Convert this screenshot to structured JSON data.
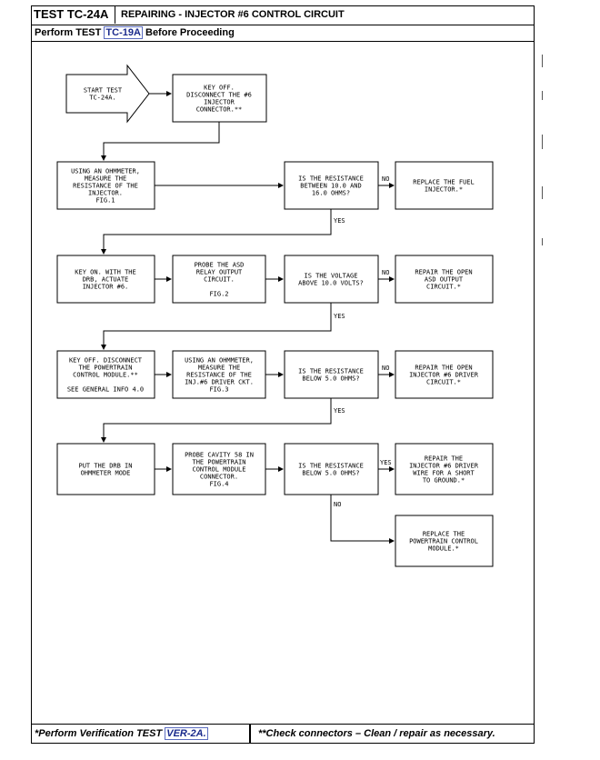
{
  "header": {
    "test_id": "TEST TC-24A",
    "title": "REPAIRING - INJECTOR #6 CONTROL CIRCUIT",
    "perform_prefix": "Perform TEST",
    "perform_link": "TC-19A",
    "perform_suffix": "Before Proceeding"
  },
  "footer": {
    "left_prefix": "*Perform Verification TEST",
    "left_link": "VER-2A.",
    "right": "**Check connectors – Clean / repair as necessary."
  },
  "flow": {
    "start": [
      "START TEST",
      "TC-24A."
    ],
    "key_off": [
      "KEY OFF.",
      "DISCONNECT THE #6",
      "INJECTOR",
      "CONNECTOR.**"
    ],
    "ohm1": [
      "USING AN OHMMETER,",
      "MEASURE THE",
      "RESISTANCE OF THE",
      "INJECTOR.",
      "FIG.1"
    ],
    "q1": [
      "IS THE RESISTANCE",
      "BETWEEN 10.0 AND",
      "16.0 OHMS?"
    ],
    "r1": [
      "REPLACE THE FUEL",
      "INJECTOR.*"
    ],
    "key_on": [
      "KEY ON. WITH THE",
      "DRB, ACTUATE",
      "INJECTOR #6."
    ],
    "probe_asd": [
      "PROBE THE ASD",
      "RELAY OUTPUT",
      "CIRCUIT.",
      "",
      "FIG.2"
    ],
    "q2": [
      "IS THE VOLTAGE",
      "ABOVE 10.0 VOLTS?"
    ],
    "r2": [
      "REPAIR THE OPEN",
      "ASD OUTPUT",
      "CIRCUIT.*"
    ],
    "key_off2": [
      "KEY OFF. DISCONNECT",
      "THE POWERTRAIN",
      "CONTROL MODULE.**",
      "",
      "SEE GENERAL INFO 4.0"
    ],
    "ohm2": [
      "USING AN OHMMETER,",
      "MEASURE THE",
      "RESISTANCE OF THE",
      "INJ.#6 DRIVER CKT.",
      "FIG.3"
    ],
    "q3": [
      "IS THE RESISTANCE",
      "BELOW 5.0 OHMS?"
    ],
    "r3": [
      "REPAIR THE OPEN",
      "INJECTOR #6 DRIVER",
      "CIRCUIT.*"
    ],
    "drb": [
      "PUT THE DRB IN",
      "OHMMETER MODE"
    ],
    "probe_cav": [
      "PROBE CAVITY 58 IN",
      "THE POWERTRAIN",
      "CONTROL MODULE",
      "CONNECTOR.",
      "FIG.4"
    ],
    "q4": [
      "IS THE RESISTANCE",
      "BELOW 5.0 OHMS?"
    ],
    "r4": [
      "REPAIR THE",
      "INJECTOR #6 DRIVER",
      "WIRE FOR A SHORT",
      "TO GROUND.*"
    ],
    "r5": [
      "REPLACE THE",
      "POWERTRAIN CONTROL",
      "MODULE.*"
    ],
    "labels": {
      "no": "NO",
      "yes": "YES"
    }
  }
}
